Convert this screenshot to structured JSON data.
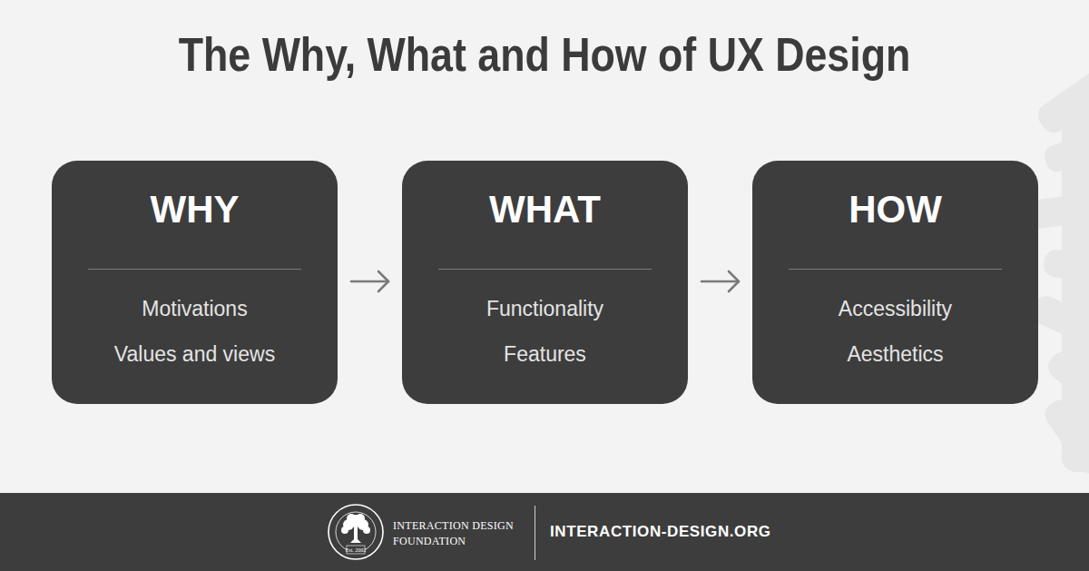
{
  "diagram": {
    "title": "The Why, What and How of UX Design",
    "nodes": [
      {
        "text": [
          "WHY",
          "Motivations",
          "Values and views"
        ]
      },
      {
        "text": [
          "WHAT",
          "Functionality",
          "Features"
        ]
      },
      {
        "text": [
          "HOW",
          "Accessibility",
          "Aesthetics"
        ]
      },
      {
        "text": [
          "INTERACTION DESIGN FOUNDATION",
          "INTERACTION-DESIGN.ORG"
        ]
      }
    ],
    "edges": [
      {
        "from": 0,
        "to": 1,
        "arrow": "to"
      },
      {
        "from": 1,
        "to": 2,
        "arrow": "to"
      }
    ],
    "labels": [
      "Est. 2002"
    ]
  }
}
